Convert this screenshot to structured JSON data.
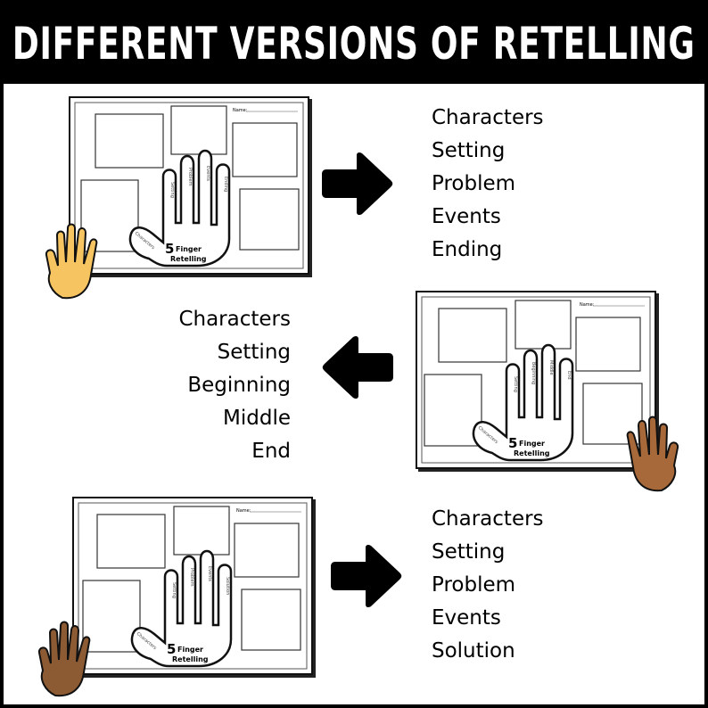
{
  "header": {
    "title": "DIFFERENT VERSIONS OF RETELLING"
  },
  "worksheet": {
    "name_label": "Name:",
    "hand_number": "5",
    "hand_word1": "Finger",
    "hand_word2": "Retelling"
  },
  "versions": [
    {
      "fingers": [
        "Characters",
        "Setting",
        "Problem",
        "Events",
        "Ending"
      ],
      "items": [
        "Characters",
        "Setting",
        "Problem",
        "Events",
        "Ending"
      ],
      "arrow_direction": "right",
      "side_hand_color": "#F6C460"
    },
    {
      "fingers": [
        "Characters",
        "Setting",
        "Beginning",
        "Middle",
        "End"
      ],
      "items": [
        "Characters",
        "Setting",
        "Beginning",
        "Middle",
        "End"
      ],
      "arrow_direction": "left",
      "side_hand_color": "#A8693A"
    },
    {
      "fingers": [
        "Characters",
        "Setting",
        "Problem",
        "Events",
        "Solution"
      ],
      "items": [
        "Characters",
        "Setting",
        "Problem",
        "Events",
        "Solution"
      ],
      "arrow_direction": "right",
      "side_hand_color": "#8C5A33"
    }
  ]
}
